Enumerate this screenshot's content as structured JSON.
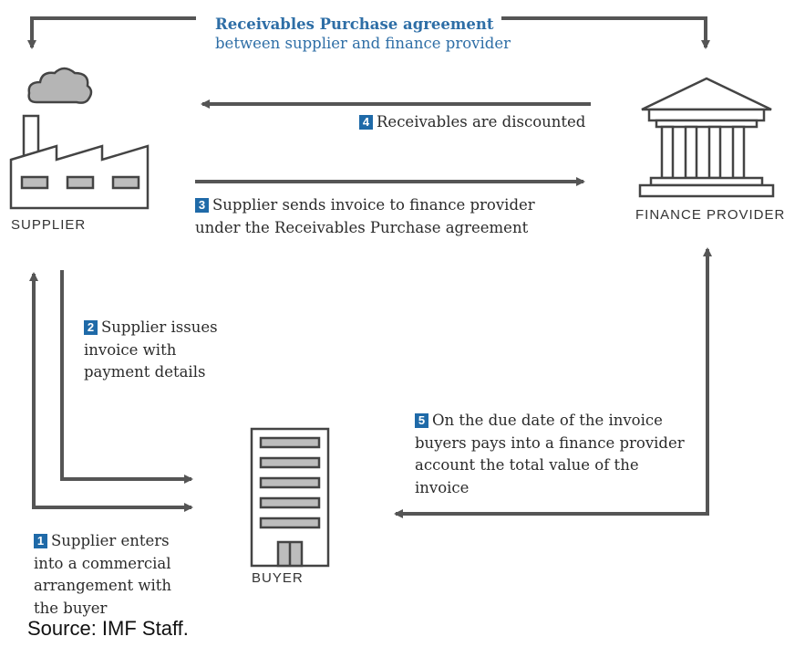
{
  "agreement": {
    "title": "Receivables Purchase agreement",
    "subtitle": "between supplier and finance provider"
  },
  "entities": {
    "supplier": "SUPPLIER",
    "finance_provider": "FINANCE PROVIDER",
    "buyer": "BUYER"
  },
  "steps": [
    {
      "number": "1",
      "lines": [
        "Supplier enters",
        "into a commercial",
        "arrangement with",
        "the buyer"
      ]
    },
    {
      "number": "2",
      "lines": [
        "Supplier issues",
        "invoice with",
        "payment details"
      ]
    },
    {
      "number": "3",
      "lines": [
        "Supplier sends invoice to finance provider",
        "under the Receivables Purchase agreement"
      ]
    },
    {
      "number": "4",
      "lines": [
        "Receivables are discounted"
      ]
    },
    {
      "number": "5",
      "lines": [
        "On the due date of the invoice",
        "buyers pays into a finance provider",
        "account the total value of the",
        "invoice"
      ]
    }
  ],
  "source": "Source: IMF Staff.",
  "colors": {
    "arrow": "#555555",
    "accent_blue": "#2e6ea6",
    "number_badge": "#1f6aa8",
    "icon_stroke": "#444444",
    "icon_fill": "#bdbdbd"
  }
}
